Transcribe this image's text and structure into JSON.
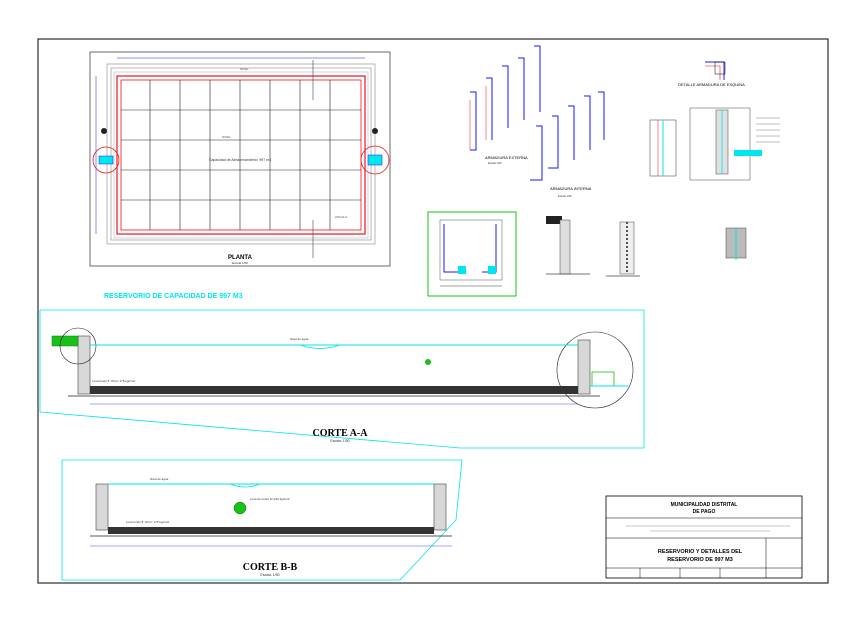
{
  "drawing": {
    "main_title": "RESERVORIO DE CAPACIDAD DE 997 M3",
    "plan_view": {
      "title": "PLANTA",
      "scale": "Escala 1/50",
      "center_label": "Capacidad de Almacenamiento: 997 m3"
    },
    "section_aa": {
      "title": "CORTE A-A",
      "scale": "Escala: 1/50",
      "water_level_label": "Nivel de agua",
      "slab_label": "Losa fondo 5\" Ø fe= 175 kg/cm2"
    },
    "section_bb": {
      "title": "CORTE B-B",
      "scale": "Escala: 1/50",
      "water_level_label": "Nivel de agua",
      "slab_label": "Losa fondo 5\" Ø fe= 175 kg/cm2",
      "fill_label": "Losa de fondo fc=210 kg/cm2"
    },
    "details": {
      "external_rebar": "ARMADURA EXTERNA",
      "internal_rebar": "ARMADURA INTERNA",
      "corner_detail": "DETALLE ARMADURA DE ESQUINA",
      "scale_label": "Escala 1/25"
    }
  },
  "title_block": {
    "organization_line1": "MUNICIPALIDAD DISTRITAL",
    "organization_line2": "DE PAGO",
    "project_title_line1": "RESERVORIO Y DETALLES DEL",
    "project_title_line2": "RESERVORIO DE 997 M3"
  },
  "colors": {
    "frame": "#000000",
    "cyan": "#00e5ee",
    "red": "#e8141e",
    "blue": "#1a1aff",
    "green": "#19c019",
    "magenta": "#cc22cc",
    "gray": "#777777"
  }
}
